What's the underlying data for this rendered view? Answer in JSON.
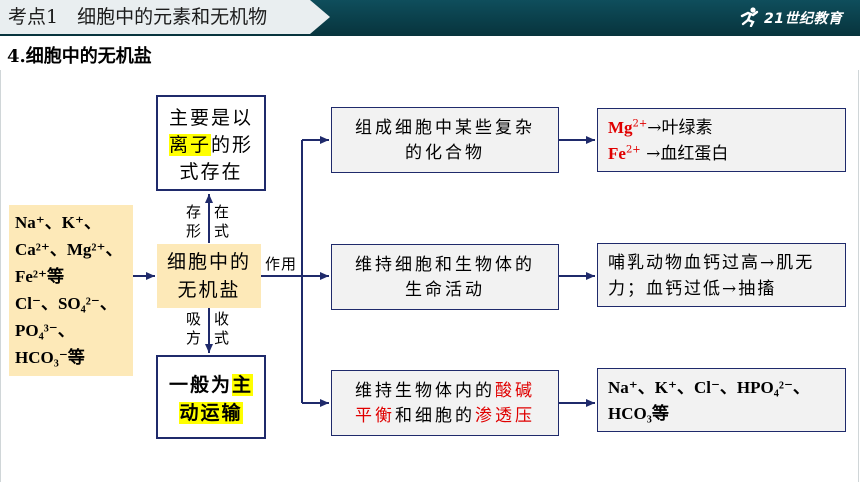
{
  "header": {
    "title": "考点1　细胞中的元素和无机物",
    "brand": "21世纪教育"
  },
  "section_title": "4.细胞中的无机盐",
  "nodes": {
    "existence_form": {
      "line1": "主要是以",
      "highlight": "离子",
      "rest": "的形",
      "line3": "式存在"
    },
    "inorganic_salt": {
      "line1": "细胞中的",
      "line2": "无机盐"
    },
    "active_transport": {
      "prefix": "一般为",
      "highlight1": "主",
      "highlight2": "动运输"
    },
    "ions": {
      "line1": "Na⁺、K⁺、",
      "line2": "Ca²⁺、Mg²⁺、",
      "line3": "Fe²⁺等",
      "line4": "Cl⁻、SO₄²⁻、",
      "line5": "PO₄³⁻、",
      "line6": "HCO₃⁻等"
    }
  },
  "edge_labels": {
    "cun": "存\n形",
    "zai": "在\n式",
    "xi": "吸\n方",
    "shou": "收\n式",
    "zuoyong": "作用"
  },
  "functions": [
    {
      "line1": "组成细胞中某些复杂",
      "line2": "的化合物"
    },
    {
      "line1": "维持细胞和生物体的",
      "line2": "生命活动"
    },
    {
      "p1": "维持生物体内的",
      "red1": "酸碱",
      "red2": "平衡",
      "p2": "和细胞的",
      "red3": "渗透压"
    }
  ],
  "examples": [
    {
      "mg": "Mg",
      "mg_sup": "2+",
      "mg_rest": "→叶绿素",
      "fe": "Fe",
      "fe_sup": "2+",
      "fe_rest": " →血红蛋白"
    },
    {
      "line1": "哺乳动物血钙过高→肌无",
      "line2": "力；血钙过低→抽搐"
    },
    {
      "line1": "Na⁺、K⁺、Cl⁻、HPO₄²⁻、",
      "line2": "HCO₃等"
    }
  ],
  "colors": {
    "header": "#0a3e49",
    "navy_border": "#1f2a6b",
    "arrow": "#1f2a6b",
    "tan": "#fde9b8",
    "highlight": "#ffff00",
    "red": "#e00000"
  }
}
